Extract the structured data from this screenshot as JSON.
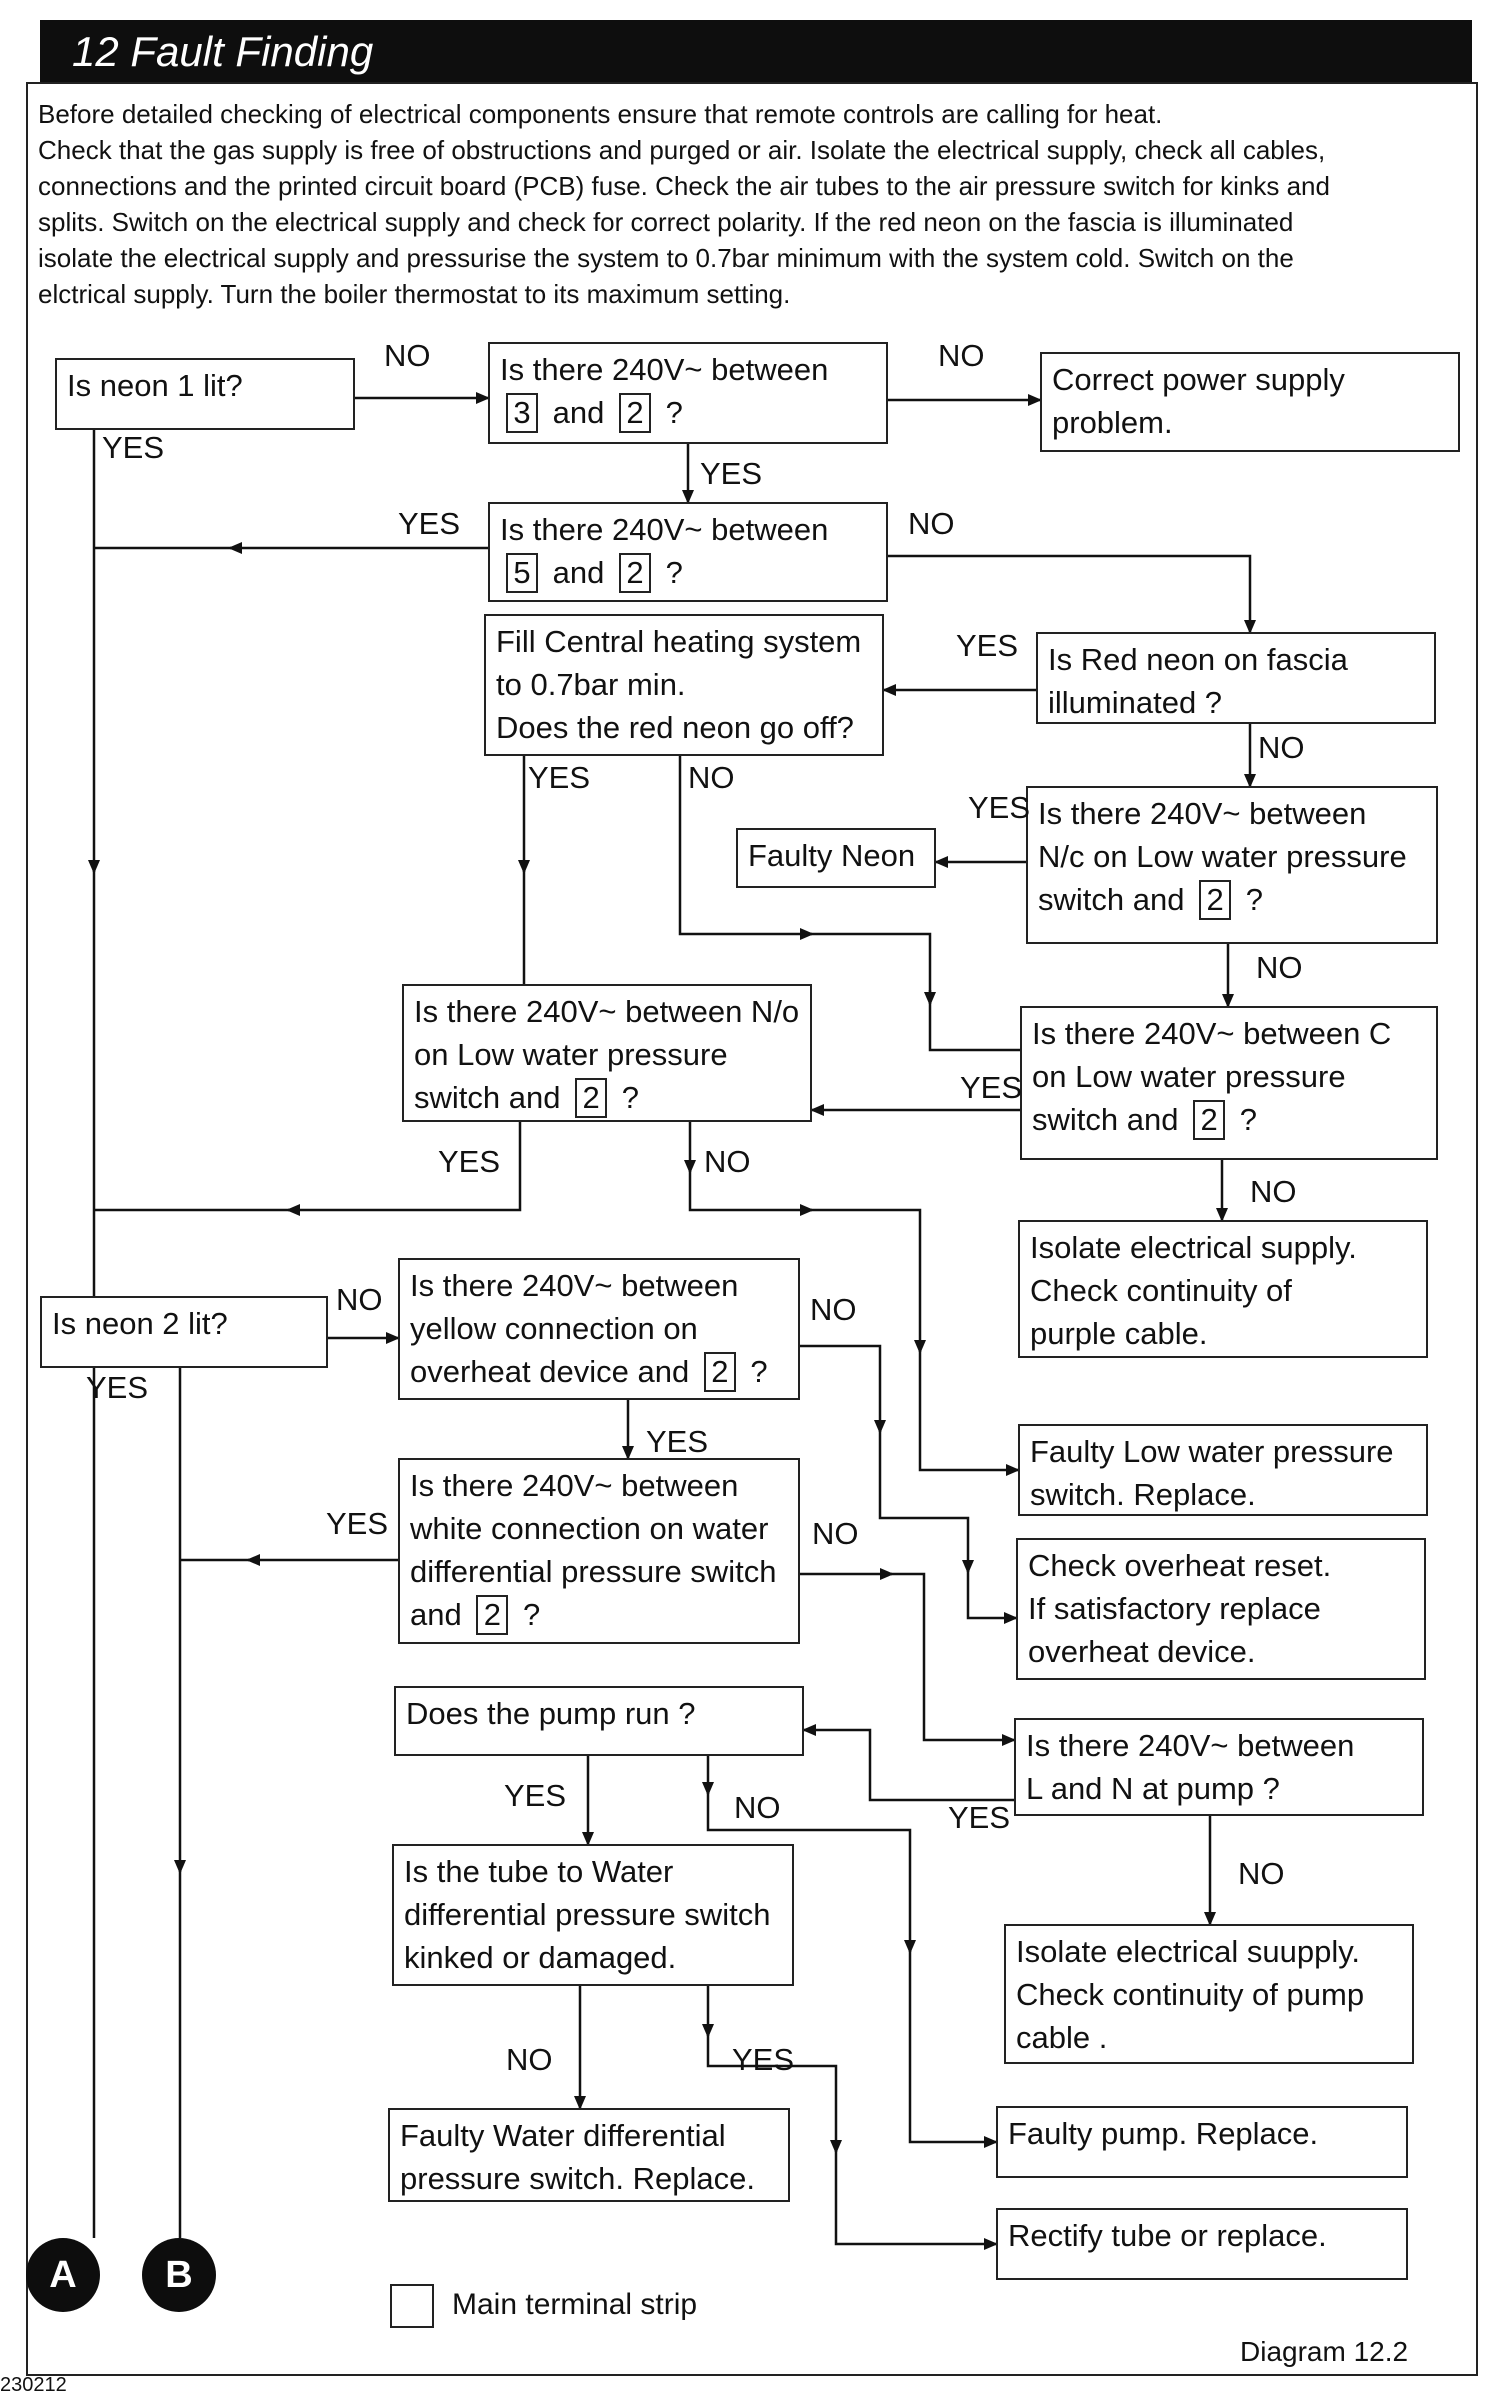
{
  "header": {
    "title": "12  Fault Finding"
  },
  "intro": [
    "Before detailed checking of electrical components ensure that remote controls are calling for heat.",
    "Check that the gas supply is free of obstructions and purged or air.  Isolate the electrical supply, check all cables,",
    "connections and the printed circuit board (PCB) fuse.  Check the air tubes to the air pressure switch for kinks and",
    "splits.  Switch on the electrical supply and check for correct polarity. If the red neon on the fascia is illuminated",
    "isolate the electrical supply and pressurise the system to 0.7bar minimum with the system cold.  Switch on the",
    "elctrical supply. Turn the boiler thermostat to its maximum setting."
  ],
  "boxes": {
    "neon1": [
      "Is neon 1 lit?"
    ],
    "v3_2": [
      "Is there 240V~ between",
      "[3] and [2] ?"
    ],
    "power": [
      "Correct power supply",
      "problem."
    ],
    "v5_2": [
      "Is there 240V~  between",
      "[5] and [2] ?"
    ],
    "fill": [
      "Fill Central heating system",
      "to 0.7bar min.",
      "Does the red neon go off?"
    ],
    "redneon": [
      "Is Red neon on fascia",
      "illuminated ?"
    ],
    "faultyneon": [
      "Faulty Neon"
    ],
    "nc": [
      "Is there 240V~ between",
      "  N/c   on Low water pressure",
      "switch and [2] ?"
    ],
    "no_lwp": [
      "Is there 240V~ between N/o",
      "on Low water pressure",
      "switch and [2] ?"
    ],
    "c_lwp": [
      "Is there 240V~ between C",
      "on Low water pressure",
      "switch and [2] ?"
    ],
    "isolate_purple": [
      "Isolate electrical supply.",
      "Check continuity of",
      "purple cable."
    ],
    "neon2": [
      "Is neon 2 lit?"
    ],
    "yellow": [
      "Is there 240V~ between",
      "yellow connection on",
      "overheat device and [2] ?"
    ],
    "faulty_lwp": [
      "Faulty Low water pressure",
      "switch. Replace."
    ],
    "white": [
      "Is there 240V~ between",
      "white connection on water",
      "differential pressure switch",
      "and [2] ?"
    ],
    "overheat": [
      "Check overheat reset.",
      "If satisfactory replace",
      "overheat device."
    ],
    "pump_run": [
      "Does the pump run ?"
    ],
    "ln_pump": [
      "Is there 240V~ between",
      "L and N at pump ?"
    ],
    "tube": [
      "Is the tube to Water",
      "differential pressure switch",
      "kinked or damaged."
    ],
    "isolate_pump": [
      "Isolate electrical suupply.",
      "Check continuity of pump",
      "cable ."
    ],
    "faulty_wdps": [
      "Faulty Water differential",
      "pressure switch. Replace."
    ],
    "faulty_pump": [
      "Faulty pump. Replace."
    ],
    "rectify": [
      "Rectify tube or replace."
    ]
  },
  "labels": {
    "yes": "YES",
    "no": "NO"
  },
  "connectors": {
    "a": "A",
    "b": "B"
  },
  "legend": {
    "text": "Main terminal strip"
  },
  "footer": {
    "diagram": "Diagram 12.2",
    "code": "230212"
  }
}
